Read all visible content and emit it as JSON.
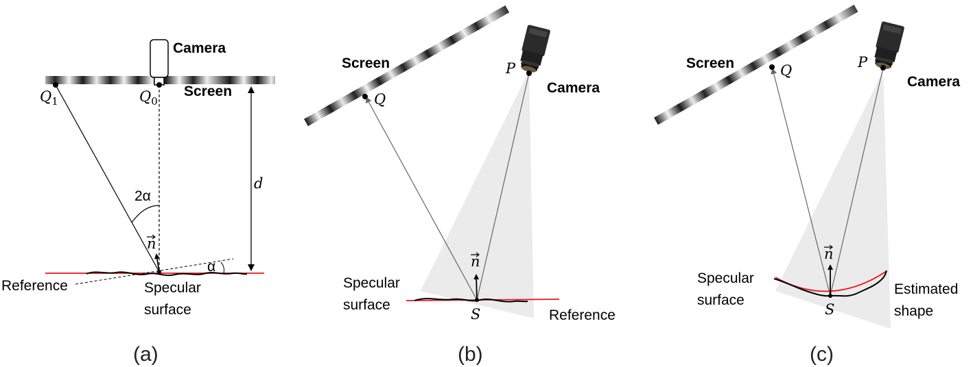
{
  "panels": {
    "a": {
      "caption": "(a)",
      "camera_label": "Camera",
      "screen_label": "Screen",
      "q1_label": "Q",
      "q1_sub": "1",
      "q0_label": "Q",
      "q0_sub": "0",
      "distance_label": "d",
      "angle_2alpha": "2α",
      "angle_alpha": "α",
      "normal_label": "n",
      "reference_label": "Reference",
      "surface_label_1": "Specular",
      "surface_label_2": "surface"
    },
    "b": {
      "caption": "(b)",
      "screen_label": "Screen",
      "camera_label": "Camera",
      "p_label": "P",
      "q_label": "Q",
      "s_label": "S",
      "normal_label": "n",
      "surface_label_1": "Specular",
      "surface_label_2": "surface",
      "reference_label": "Reference"
    },
    "c": {
      "caption": "(c)",
      "screen_label": "Screen",
      "camera_label": "Camera",
      "p_label": "P",
      "q_label": "Q",
      "s_label": "S",
      "normal_label": "n",
      "surface_label_1": "Specular",
      "surface_label_2": "surface",
      "estimated_label_1": "Estimated",
      "estimated_label_2": "shape"
    }
  },
  "colors": {
    "reference_line": "#e8151b",
    "surface_curve": "#000000",
    "camera_fov": "#e6e6e6"
  },
  "icons": [
    "camera-icon",
    "screen-icon"
  ]
}
